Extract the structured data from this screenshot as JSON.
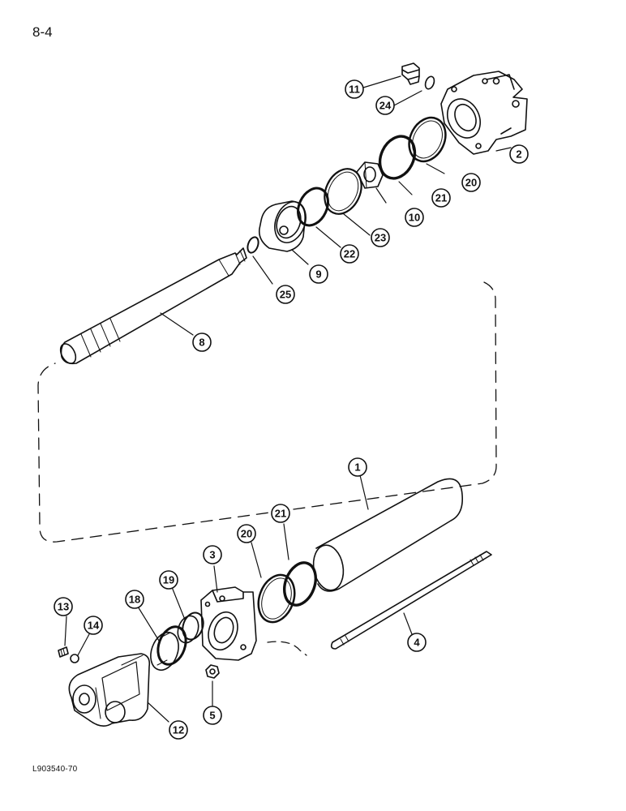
{
  "page": {
    "number": "8-4",
    "figure_code": "L903540-70"
  },
  "callouts": [
    {
      "id": "c1",
      "label": "1"
    },
    {
      "id": "c2",
      "label": "2"
    },
    {
      "id": "c3",
      "label": "3"
    },
    {
      "id": "c4",
      "label": "4"
    },
    {
      "id": "c5",
      "label": "5"
    },
    {
      "id": "c8",
      "label": "8"
    },
    {
      "id": "c9",
      "label": "9"
    },
    {
      "id": "c10",
      "label": "10"
    },
    {
      "id": "c11",
      "label": "11"
    },
    {
      "id": "c12",
      "label": "12"
    },
    {
      "id": "c13",
      "label": "13"
    },
    {
      "id": "c14",
      "label": "14"
    },
    {
      "id": "c18",
      "label": "18"
    },
    {
      "id": "c19",
      "label": "19"
    },
    {
      "id": "c20a",
      "label": "20"
    },
    {
      "id": "c20b",
      "label": "20"
    },
    {
      "id": "c21a",
      "label": "21"
    },
    {
      "id": "c21b",
      "label": "21"
    },
    {
      "id": "c22",
      "label": "22"
    },
    {
      "id": "c23",
      "label": "23"
    },
    {
      "id": "c24",
      "label": "24"
    },
    {
      "id": "c25",
      "label": "25"
    }
  ]
}
